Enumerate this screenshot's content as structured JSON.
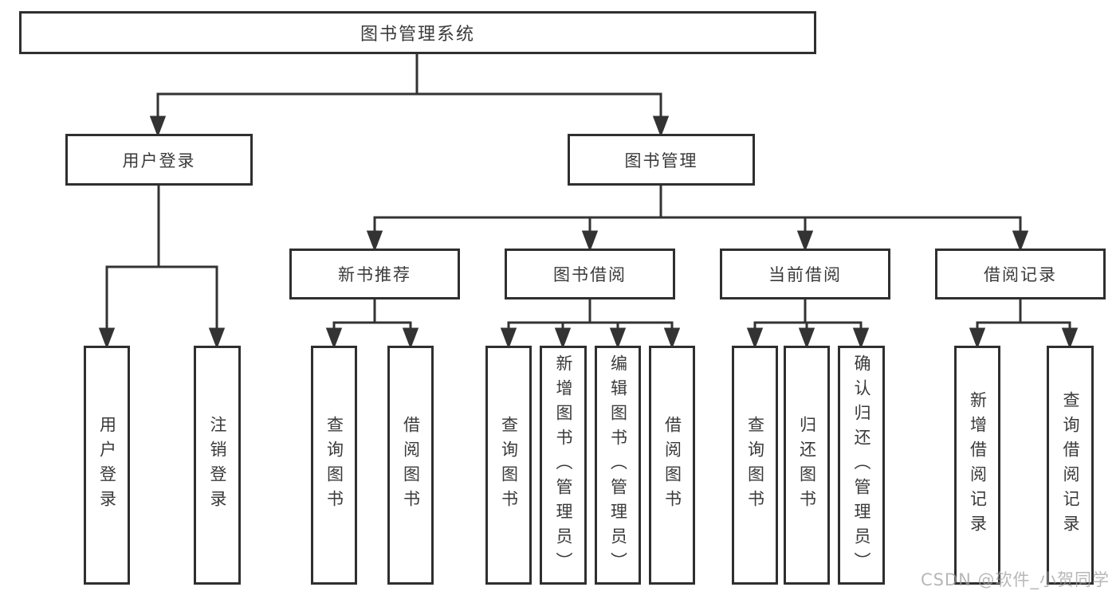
{
  "diagram": {
    "root": {
      "label": "图书管理系统"
    },
    "level2": [
      {
        "label": "用户登录",
        "children": [
          {
            "label": "用户登录"
          },
          {
            "label": "注销登录"
          }
        ]
      },
      {
        "label": "图书管理",
        "children": [
          {
            "label": "新书推荐",
            "children": [
              {
                "label": "查询图书"
              },
              {
                "label": "借阅图书"
              }
            ]
          },
          {
            "label": "图书借阅",
            "children": [
              {
                "label": "查询图书"
              },
              {
                "label": "新增图书（管理员）"
              },
              {
                "label": "编辑图书（管理员）"
              },
              {
                "label": "借阅图书"
              }
            ]
          },
          {
            "label": "当前借阅",
            "children": [
              {
                "label": "查询图书"
              },
              {
                "label": "归还图书"
              },
              {
                "label": "确认归还（管理员）"
              }
            ]
          },
          {
            "label": "借阅记录",
            "children": [
              {
                "label": "新增借阅记录"
              },
              {
                "label": "查询借阅记录"
              }
            ]
          }
        ]
      }
    ],
    "watermark": "CSDN @软件_小贺同学",
    "line_color": "#333333"
  }
}
